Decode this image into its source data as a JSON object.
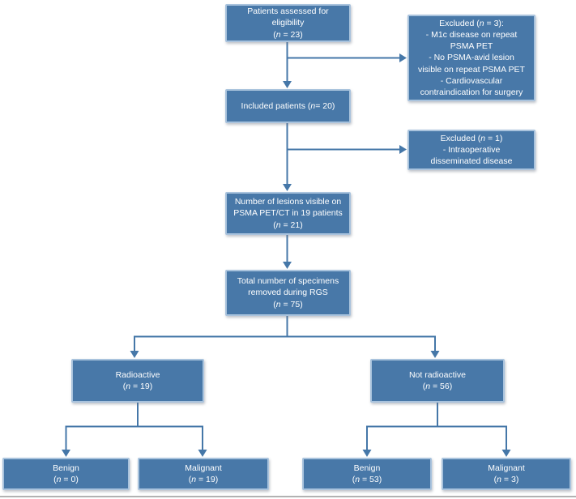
{
  "figure": {
    "kind": "patient-flow-diagram"
  },
  "colors": {
    "box_fill": "#4878a8",
    "box_border": "#a9c3dd",
    "box_text": "#ffffff",
    "connector": "#4577a8",
    "bottom_rule": "#b2b2b2"
  },
  "boxes": {
    "assessed": {
      "label": "Patients assessed for\neligibility\n(n = 23)"
    },
    "excluded_eligibility": {
      "label": "Excluded (n = 3):\n- M1c disease on repeat\nPSMA PET\n- No PSMA-avid lesion\nvisible on repeat PSMA PET\n- Cardiovascular\ncontraindication for surgery"
    },
    "included": {
      "label": "Included patients (n= 20)"
    },
    "excluded_intraoperative": {
      "label": "Excluded (n = 1)\n- Intraoperative\ndisseminated disease"
    },
    "lesions": {
      "label": "Number of lesions visible on\nPSMA PET/CT in 19 patients\n(n = 21)"
    },
    "specimens": {
      "label": "Total number of specimens\nremoved during RGS\n(n = 75)"
    },
    "radioactive": {
      "label": "Radioactive\n(n = 19)"
    },
    "not_radioactive": {
      "label": "Not radioactive\n(n = 56)"
    },
    "radioactive_benign": {
      "label": "Benign\n(n = 0)"
    },
    "radioactive_malignant": {
      "label": "Malignant\n(n = 19)"
    },
    "not_radioactive_benign": {
      "label": "Benign\n(n = 53)"
    },
    "not_radioactive_malignant": {
      "label": "Malignant\n(n = 3)"
    }
  }
}
